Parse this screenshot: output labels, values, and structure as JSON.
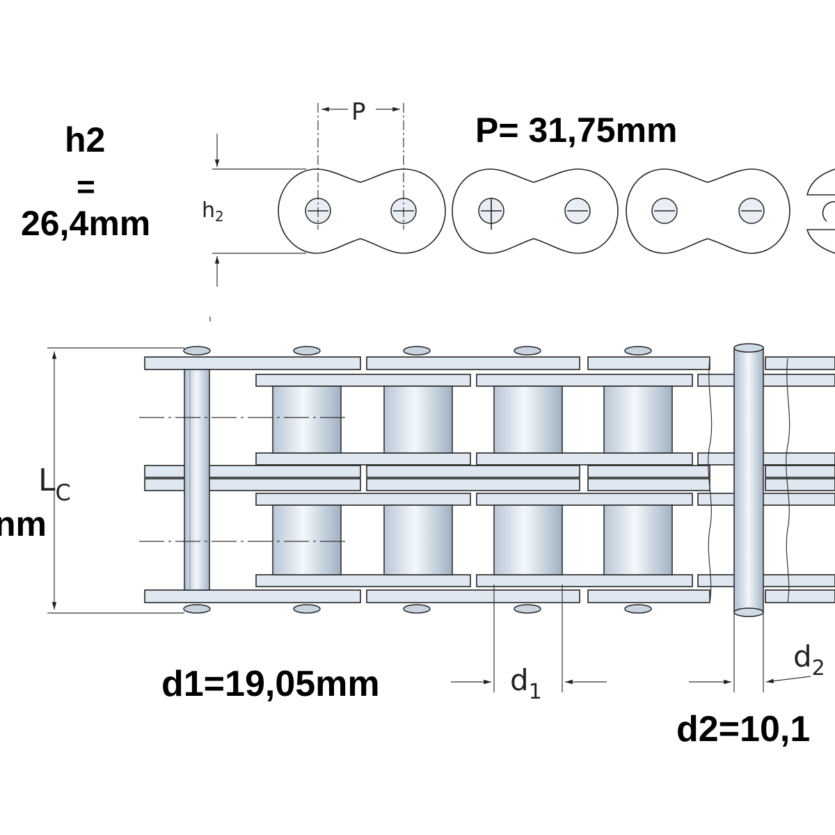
{
  "labels": {
    "h2_title": "h2",
    "h2_equals": "=",
    "h2_value": "26,4mm",
    "p_value": "P= 31,75mm",
    "lc_value_fragment": "nm",
    "d1_value": "d1=19,05mm",
    "d2_value": "d2=10,1"
  },
  "symbols": {
    "pitch": "P",
    "h": "h",
    "h_sub": "2",
    "l": "L",
    "l_sub": "C",
    "d1": "d",
    "d1_sub": "1",
    "d2": "d",
    "d2_sub": "2"
  },
  "colors": {
    "steel": "#dfe8f1",
    "outline": "#222222"
  }
}
